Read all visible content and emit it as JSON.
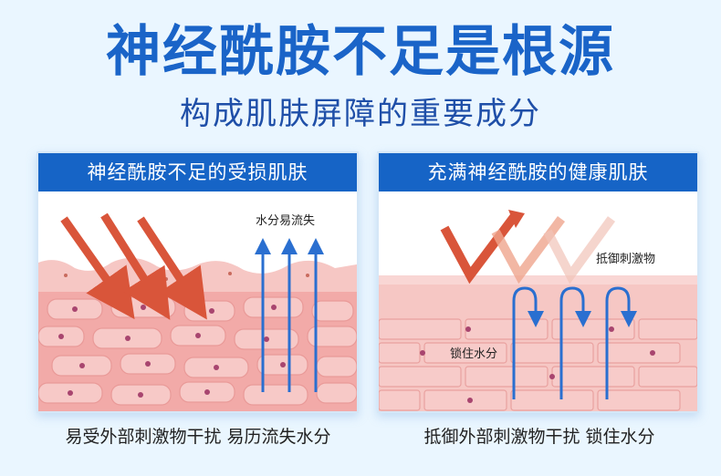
{
  "title": "神经酰胺不足是根源",
  "subtitle": "构成肌肤屏障的重要成分",
  "left_panel": {
    "header": "神经酰胺不足的受损肌肤",
    "label_water": "水分易流失",
    "caption": "易受外部刺激物干扰 易历流失水分"
  },
  "right_panel": {
    "header": "充满神经酰胺的健康肌肤",
    "label_defense": "抵御刺激物",
    "label_lock": "锁住水分",
    "caption": "抵御外部刺激物干扰 锁住水分"
  },
  "colors": {
    "brand_blue": "#1664c6",
    "arrow_red": "#d9553a",
    "skin_pink": "#f4b9b8"
  }
}
